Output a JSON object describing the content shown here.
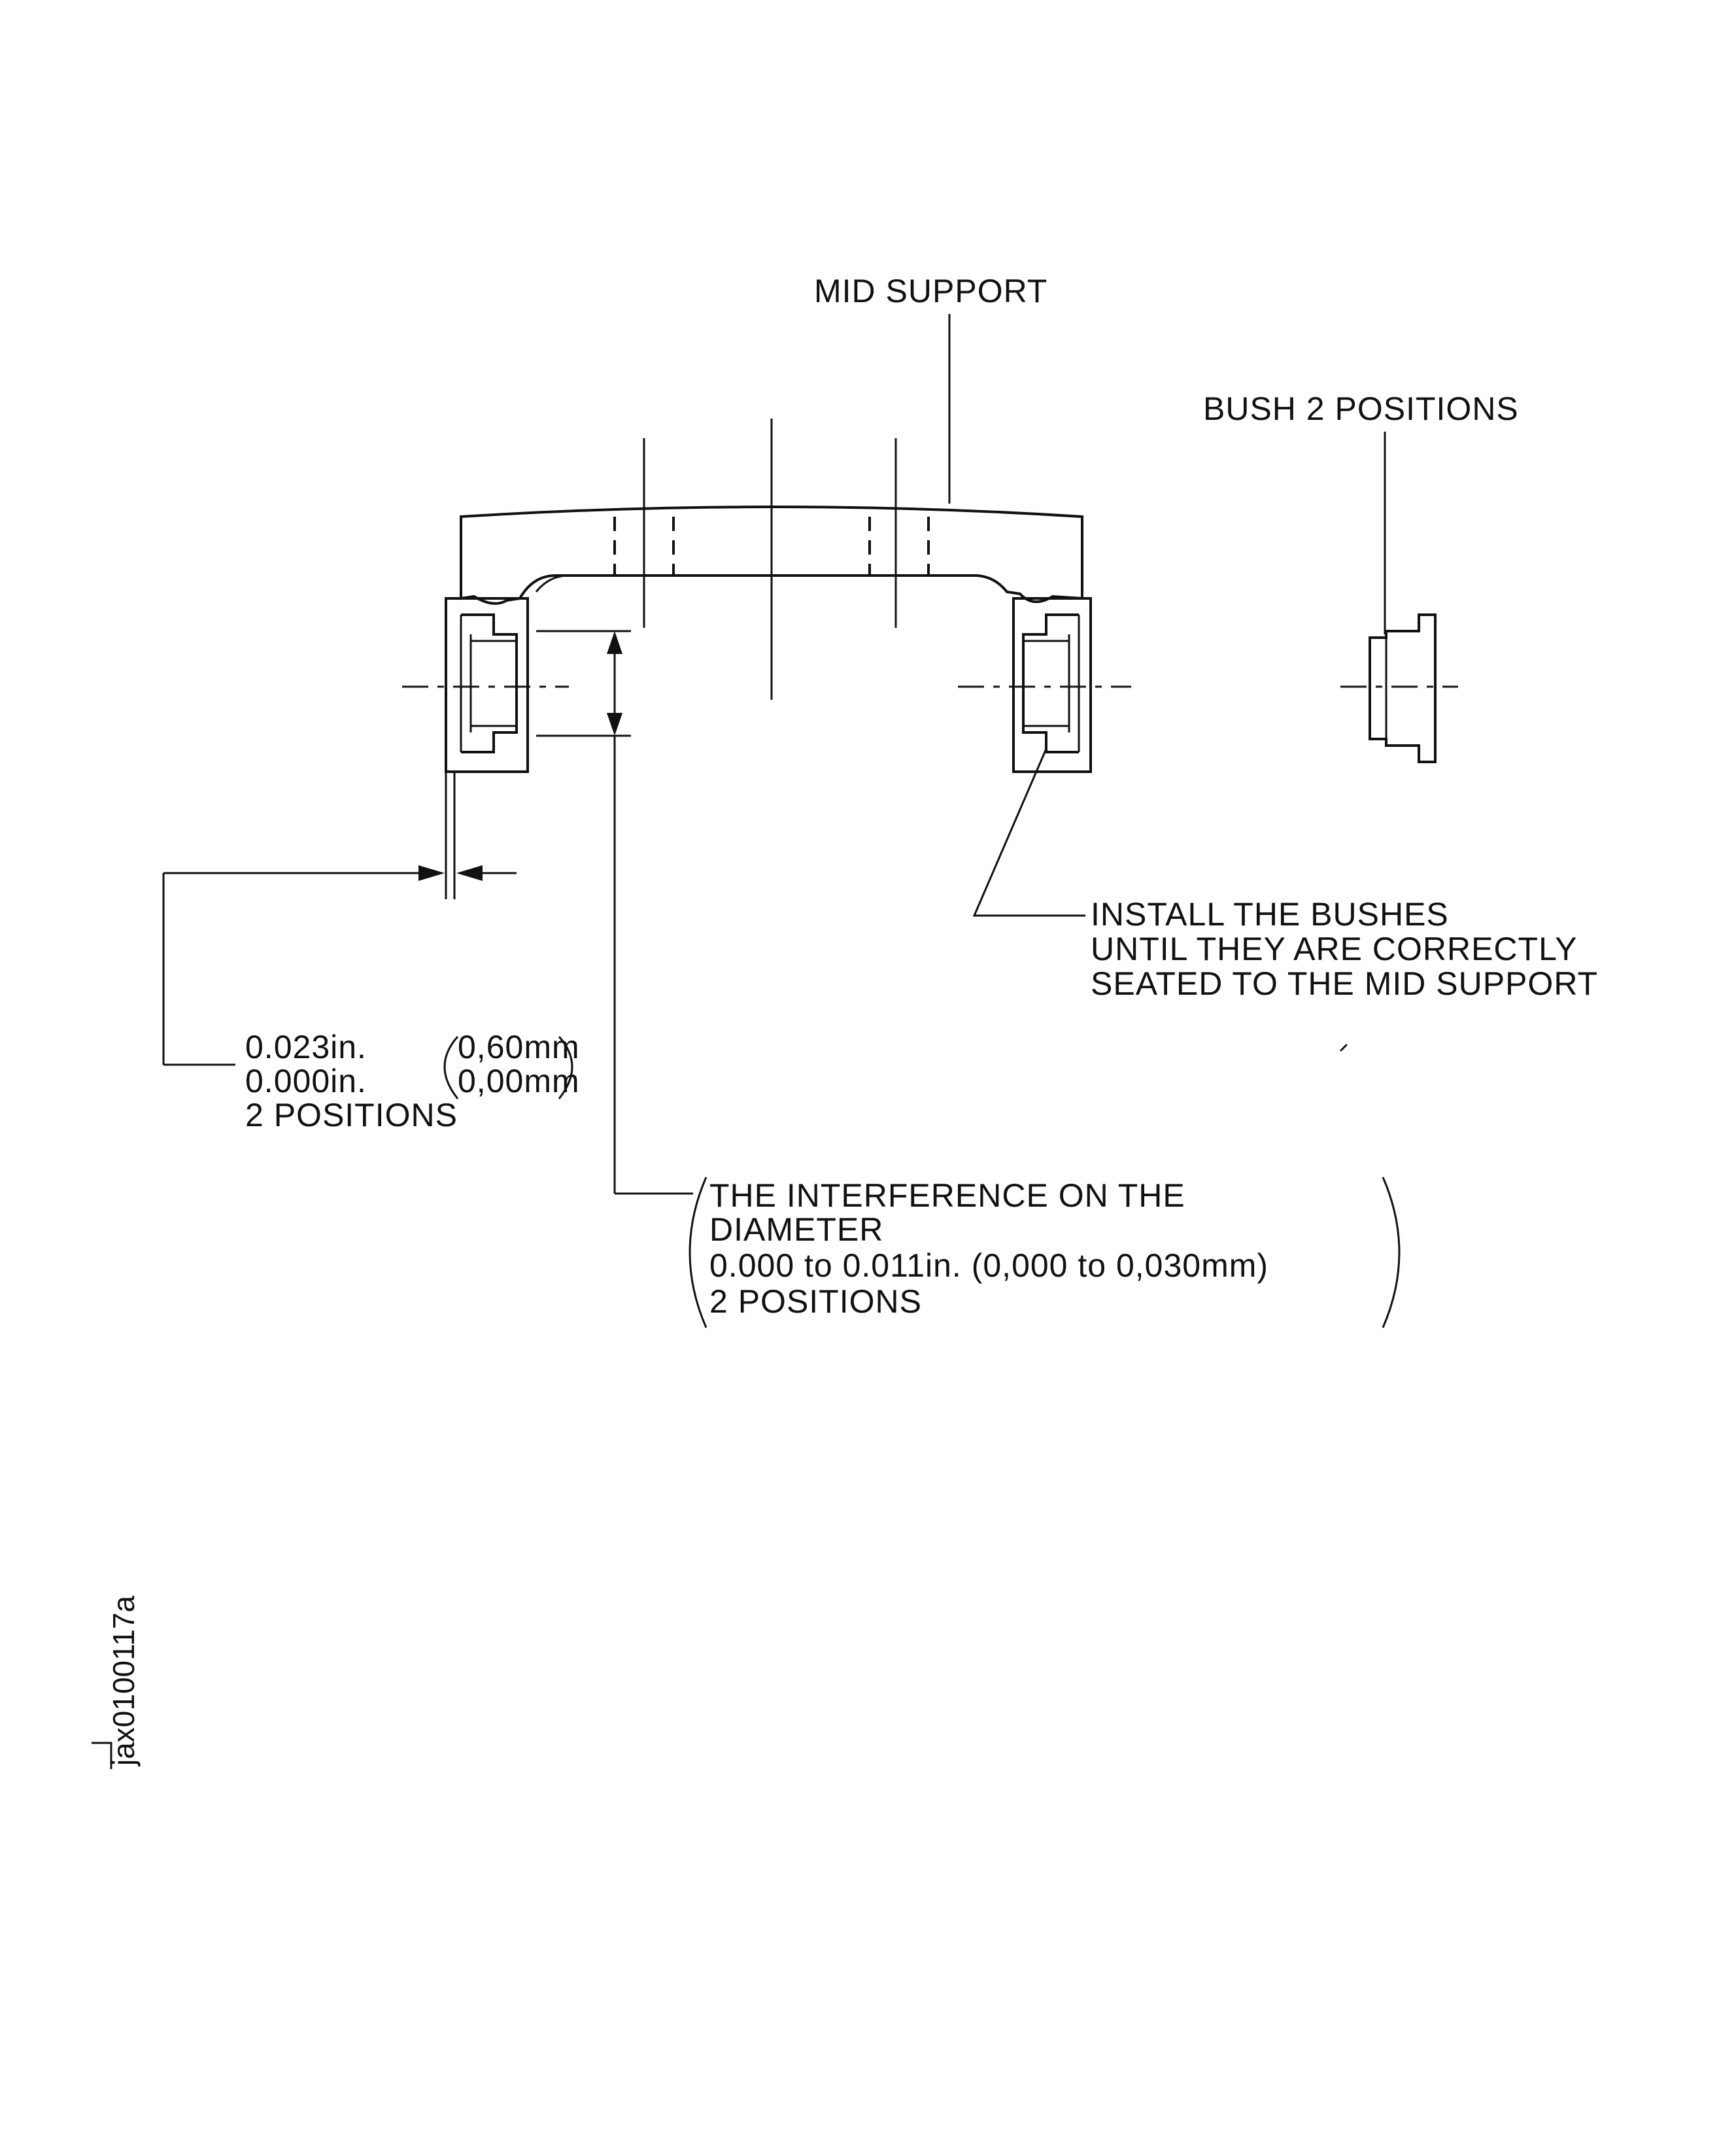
{
  "labels": {
    "mid_support": "MID SUPPORT",
    "bush_positions": "BUSH 2 POSITIONS",
    "install_line1": "INSTALL THE BUSHES",
    "install_line2": "UNTIL THEY ARE CORRECTLY",
    "install_line3": "SEATED TO THE MID SUPPORT",
    "gap_in_max": "0.023in.",
    "gap_in_min": "0.000in.",
    "gap_mm_max": "0,60mm",
    "gap_mm_min": "0,00mm",
    "gap_positions": "2 POSITIONS",
    "interference_line1": "THE INTERFERENCE ON THE",
    "interference_line2": "DIAMETER",
    "interference_line3": "0.000 to 0.011in. (0,000 to 0,030mm)",
    "interference_line4": "2 POSITIONS"
  },
  "figure_id": "jax0100117a"
}
